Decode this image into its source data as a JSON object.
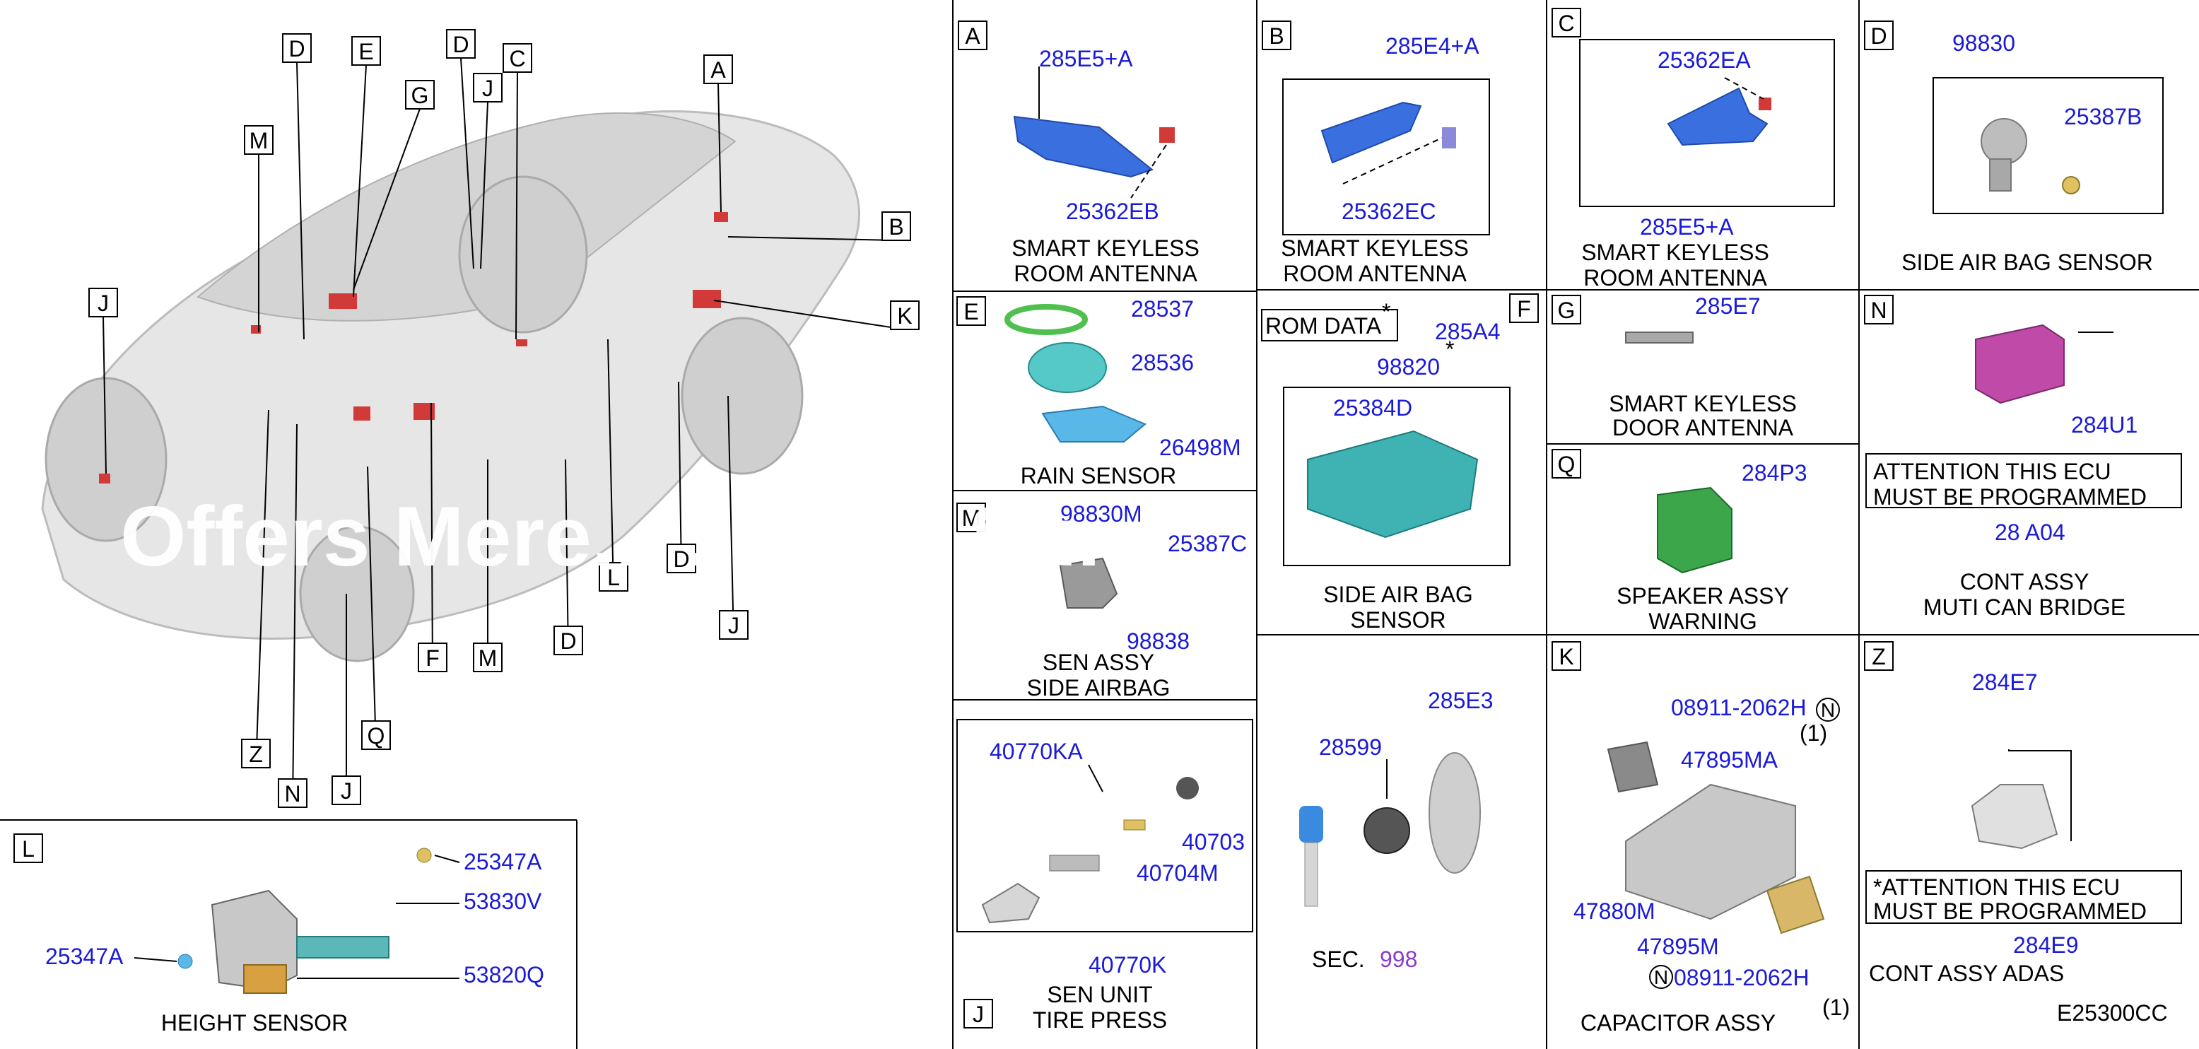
{
  "diagram_code": "E25300CC",
  "vehicle_letters": [
    "D",
    "E",
    "D",
    "C",
    "A",
    "M",
    "G",
    "J",
    "B",
    "J",
    "K",
    "L",
    "D",
    "J",
    "D",
    "M",
    "F",
    "Q",
    "Z",
    "N",
    "J"
  ],
  "panels": {
    "A": {
      "letter": "A",
      "label1": "SMART KEYLESS",
      "label2": "ROOM ANTENNA",
      "parts": [
        "285E5+A",
        "25362EB"
      ]
    },
    "B": {
      "letter": "B",
      "label1": "SMART KEYLESS",
      "label2": "ROOM ANTENNA",
      "parts": [
        "285E4+A",
        "25362EC"
      ]
    },
    "C": {
      "letter": "C",
      "label1": "SMART KEYLESS",
      "label2": "ROOM ANTENNA",
      "parts": [
        "25362EA",
        "285E5+A"
      ]
    },
    "D": {
      "letter": "D",
      "label1": "SIDE AIR BAG SENSOR",
      "parts": [
        "98830",
        "25387B"
      ]
    },
    "E": {
      "letter": "E",
      "label1": "RAIN SENSOR",
      "parts": [
        "28537",
        "28536",
        "26498M"
      ]
    },
    "F": {
      "letter": "F",
      "label1": "SIDE AIR BAG",
      "label2": "SENSOR",
      "rom": "ROM DATA",
      "star": "*",
      "parts": [
        "285A4",
        "98820",
        "25384D"
      ]
    },
    "G": {
      "letter": "G",
      "label1": "SMART KEYLESS",
      "label2": "DOOR ANTENNA",
      "parts": [
        "285E7"
      ]
    },
    "N": {
      "letter": "N",
      "label1": "CONT ASSY",
      "label2": "MUTI CAN BRIDGE",
      "attn1": "ATTENTION THIS ECU",
      "attn2": "MUST BE PROGRAMMED",
      "parts": [
        "284U1",
        "28 A04"
      ]
    },
    "M": {
      "letter": "M",
      "label1": "SEN ASSY",
      "label2": "SIDE AIRBAG",
      "parts": [
        "98830M",
        "25387C",
        "98838"
      ]
    },
    "Q": {
      "letter": "Q",
      "label1": "SPEAKER ASSY",
      "label2": "WARNING",
      "parts": [
        "284P3"
      ]
    },
    "J": {
      "letter": "J",
      "label1": "SEN UNIT",
      "label2": "TIRE PRESS",
      "parts": [
        "40770KA",
        "40703",
        "40704M",
        "40770K"
      ]
    },
    "KEY": {
      "parts": [
        "285E3",
        "28599"
      ],
      "sec_prefix": "SEC.",
      "sec_num": "998"
    },
    "K": {
      "letter": "K",
      "label1": "CAPACITOR ASSY",
      "parts": [
        "08911-2062H",
        "47895MA",
        "47880M",
        "47895M",
        "08911-2062H"
      ],
      "qty": "(1)",
      "n_mark": "N"
    },
    "Z": {
      "letter": "Z",
      "label1": "CONT ASSY ADAS",
      "attn1": "*ATTENTION THIS ECU",
      "attn2": "MUST BE PROGRAMMED",
      "parts": [
        "284E7",
        "284E9"
      ]
    },
    "L": {
      "letter": "L",
      "label1": "HEIGHT SENSOR",
      "parts": [
        "25347A",
        "53830V",
        "25347A",
        "53820Q"
      ]
    }
  },
  "watermark": "Offers Mere... ...le ...l Su...",
  "colors": {
    "part_number": "#1a1ad8",
    "sec_number": "#8a3cc8",
    "antenna_blue": "#3a6fe0",
    "ecu_teal": "#3fb3b3",
    "harness_red": "#d23a3a",
    "magenta_module": "#c04aa8",
    "speaker_green": "#3ba64a"
  }
}
